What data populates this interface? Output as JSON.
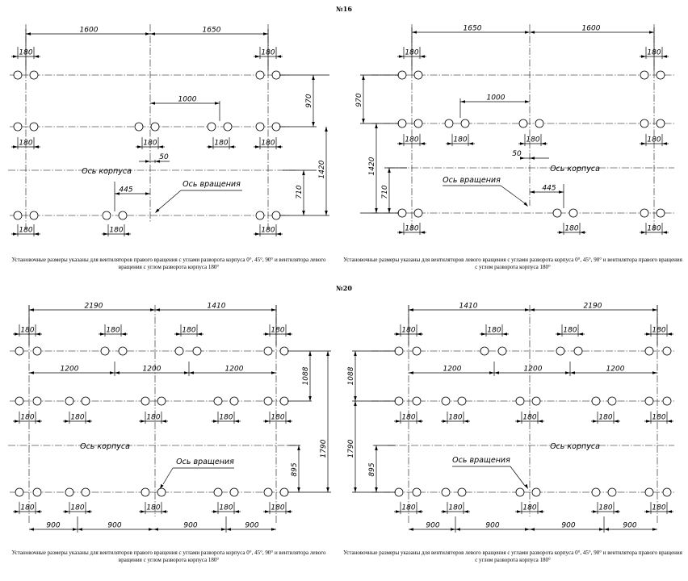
{
  "sections": [
    {
      "title": "№16",
      "left_caption": "Установочные размеры указаны для вентиляторов правого вращения с углами разворота корпуса 0°, 45°, 90° и вентилятора левого вращения с углом разворота корпуса 180°",
      "right_caption": "Установочные размеры указаны для вентиляторов левого вращения с углами разворота корпуса 0°, 45°, 90° и вентилятора правого вращения с углом разворота корпуса 180°",
      "labels": {
        "axis_body": "Ось корпуса",
        "axis_rotation": "Ось вращения"
      },
      "dims": {
        "d1600": "1600",
        "d1650": "1650",
        "d180": "180",
        "d1000": "1000",
        "d970": "970",
        "d1420": "1420",
        "d710": "710",
        "d50": "50",
        "d445": "445"
      }
    },
    {
      "title": "№20",
      "left_caption": "Установочные размеры указаны для вентиляторов правого вращения с углами разворота корпуса 0°, 45°, 90° и вентилятора левого вращения с углом разворота корпуса 180°",
      "right_caption": "Установочные размеры указаны для вентиляторов левого вращения с углами разворота корпуса 0°, 45°, 90° и вентилятора правого вращения с углом разворота корпуса 180°",
      "labels": {
        "axis_body": "Ось корпуса",
        "axis_rotation": "Ось вращения"
      },
      "dims": {
        "d2190": "2190",
        "d1410": "1410",
        "d180": "180",
        "d1200": "1200",
        "d1088": "1088",
        "d1790": "1790",
        "d895": "895",
        "d900": "900"
      }
    }
  ]
}
